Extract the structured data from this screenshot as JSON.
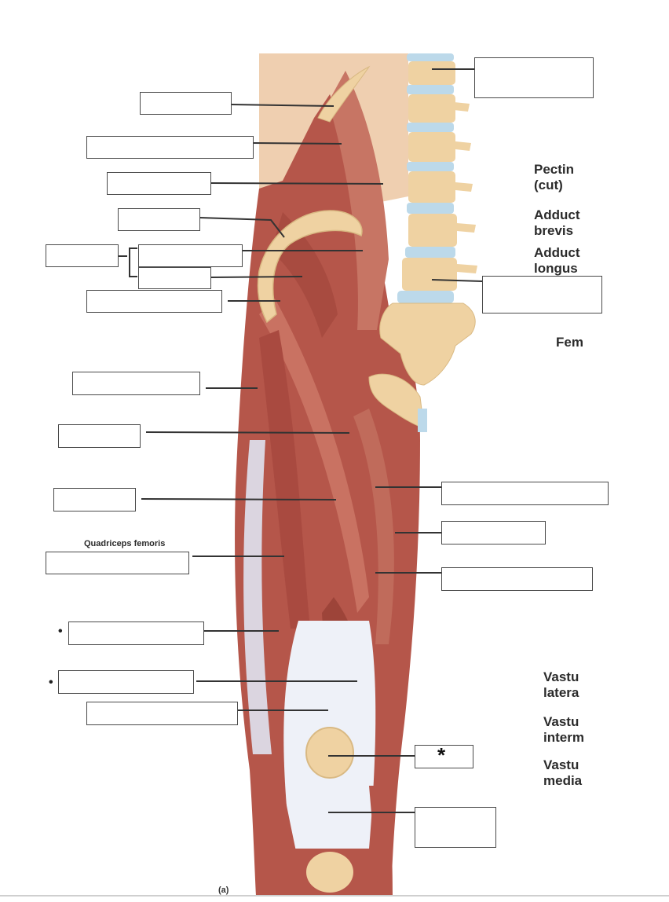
{
  "figure": {
    "caption": "(a)",
    "asterisk": "*",
    "quadriceps_label": "Quadriceps femoris"
  },
  "right_labels": [
    {
      "key": "pectineus",
      "lines": [
        "Pectin",
        "(cut)"
      ]
    },
    {
      "key": "adductor-brevis",
      "lines": [
        "Adduct",
        "brevis"
      ]
    },
    {
      "key": "adductor-longus",
      "lines": [
        "Adduct",
        "longus"
      ]
    },
    {
      "key": "femur",
      "lines": [
        "Fem"
      ]
    },
    {
      "key": "vastus-lateralis",
      "lines": [
        "Vastu",
        "latera"
      ]
    },
    {
      "key": "vastus-intermedius",
      "lines": [
        "Vastu",
        "interm"
      ]
    },
    {
      "key": "vastus-medialis",
      "lines": [
        "Vastu",
        "media"
      ]
    }
  ],
  "colors": {
    "skin": "#efcfb0",
    "muscle": "#b5564a",
    "muscle_dark": "#8e3b33",
    "muscle_light": "#c77564",
    "bone": "#efd2a2",
    "disc": "#bcd9ea",
    "tendon": "#eef1f8",
    "leader": "#333333",
    "box_border": "#4a4a4a"
  }
}
